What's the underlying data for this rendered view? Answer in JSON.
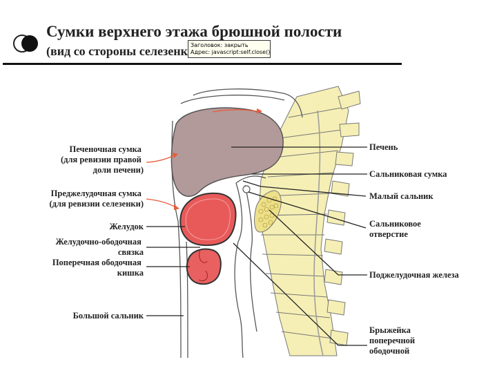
{
  "slide": {
    "title": "Сумки верхнего этажа брюшной полости",
    "subtitle": "(вид со стороны селезенки)",
    "icon": "circle-ball-icon"
  },
  "tooltip": {
    "line1": "Заголовок: закрыть",
    "line2": "Адрес: javascript:self.close()"
  },
  "labels": {
    "left": {
      "hepatic_bursa": [
        "Печеночная сумка",
        "(для ревизии правой",
        "доли печени)"
      ],
      "pregastric_bursa": [
        "Преджелудочная сумка",
        "(для ревизии селезенки)"
      ],
      "stomach": "Желудок",
      "gastrocolic_ligament": [
        "Желудочно-ободочная",
        "связка"
      ],
      "transverse_colon": [
        "Поперечная ободочная",
        "кишка"
      ],
      "greater_omentum": "Большой сальник"
    },
    "right": {
      "liver": "Печень",
      "omental_bursa": "Сальниковая сумка",
      "lesser_omentum": "Малый сальник",
      "epiploic_foramen": [
        "Сальниковое",
        "отверстие"
      ],
      "pancreas": "Поджелудочная железа",
      "mesocolon": [
        "Брыжейка",
        "поперечной",
        "ободочной"
      ]
    }
  },
  "colors": {
    "liver": "#b39a9a",
    "stomach": "#e85a5a",
    "colon": "#e86060",
    "spine": "#f5efb5",
    "pancreas": "#ede08a",
    "arrow": "#e65c3a"
  }
}
